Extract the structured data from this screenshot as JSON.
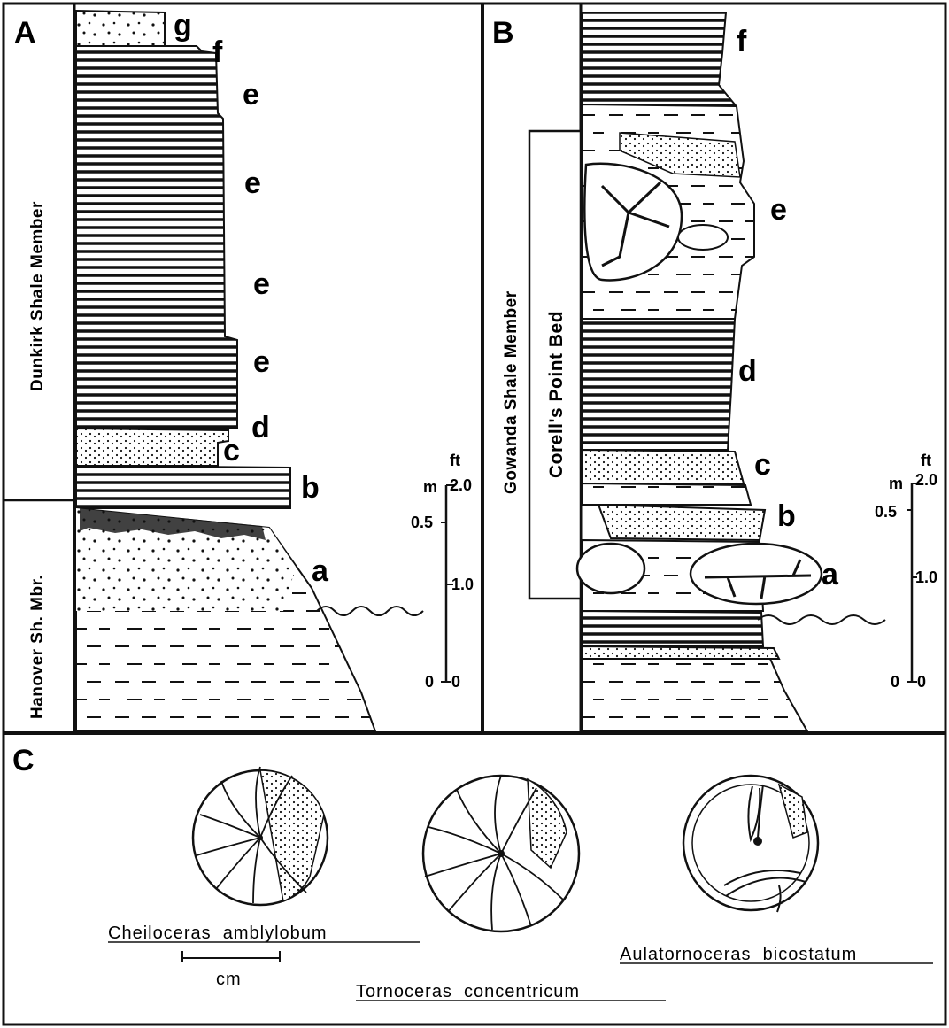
{
  "panels": {
    "A": {
      "letter": "A",
      "units": [
        "Dunkirk Shale Member",
        "Hanover Sh. Mbr."
      ],
      "beds": [
        "g",
        "f",
        "e",
        "e",
        "e",
        "e",
        "d",
        "c",
        "b",
        "a"
      ]
    },
    "B": {
      "letter": "B",
      "units": [
        "Gowanda Shale Member",
        "Corell's Point Bed"
      ],
      "beds": [
        "f",
        "e",
        "d",
        "c",
        "b",
        "a"
      ]
    },
    "C": {
      "letter": "C",
      "species": [
        "Cheiloceras  amblylobum",
        "Tornoceras  concentricum",
        "Aulatornoceras  bicostatum"
      ],
      "scale_bar_label": "cm"
    }
  },
  "scale": {
    "m_label": "m",
    "ft_label": "ft",
    "m_ticks": [
      "0.5",
      "0"
    ],
    "ft_ticks": [
      "2.0",
      "1.0",
      "0"
    ]
  },
  "colors": {
    "ink": "#111111",
    "paper": "#ffffff"
  }
}
